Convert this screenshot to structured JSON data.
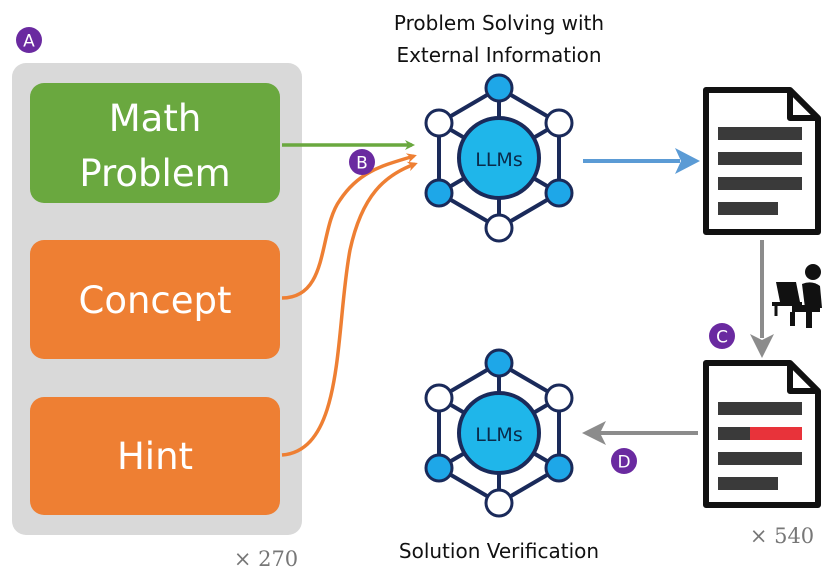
{
  "badges": {
    "a": "A",
    "b": "B",
    "c": "C",
    "d": "D"
  },
  "inputs": {
    "math_line1": "Math",
    "math_line2": "Problem",
    "concept": "Concept",
    "hint": "Hint"
  },
  "captions": {
    "solving_line1": "Problem Solving with",
    "solving_line2": "External Information",
    "verification": "Solution Verification"
  },
  "llm_label": "LLMs",
  "multipliers": {
    "inputs": "× 270",
    "documents": "× 540"
  },
  "colors": {
    "panel": "#d9d9d9",
    "math": "#6aa83f",
    "concept_hint": "#ee7f33",
    "arrow_blue": "#5b9bd5",
    "arrow_gray": "#8c8c8c",
    "badge": "#6a2aa0",
    "node_blue": "#1ea7e8",
    "hub": "#1fb6ea",
    "network_line": "#1a2a5a",
    "error_mark": "#e8333a",
    "doc_line": "#3a3a3a"
  },
  "icons": [
    "document-icon",
    "reviewed-document-icon",
    "person-at-computer-icon",
    "llm-network-icon"
  ]
}
